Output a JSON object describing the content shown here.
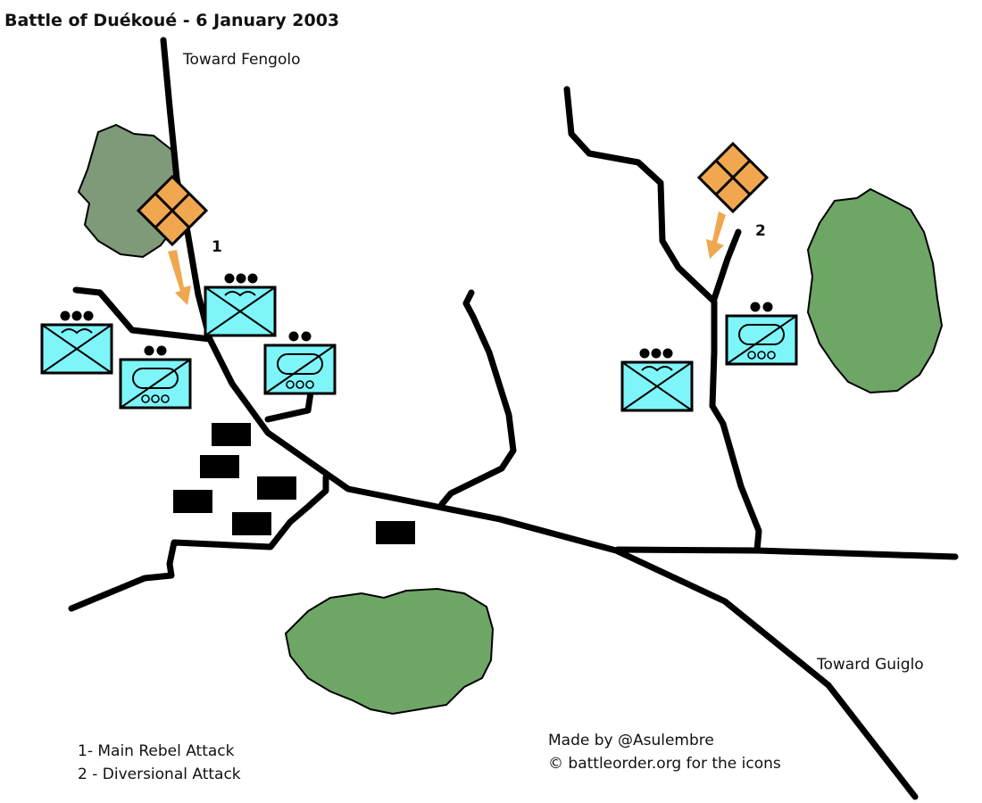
{
  "title": "Battle of Duékoué - 6 January 2003",
  "labels": {
    "toward_fengolo": "Toward Fengolo",
    "toward_guiglo": "Toward Guiglo",
    "attack_1": "1",
    "attack_2": "2"
  },
  "legend": {
    "item_1": "1- Main Rebel Attack",
    "item_2": "2 - Diversional Attack"
  },
  "credits": {
    "line_1": "Made by @Asulembre",
    "line_2": "© battleorder.org for the icons"
  },
  "colors": {
    "road": "#000000",
    "forest_dark": "#7f9a78",
    "forest": "#6ea666",
    "rebel_unit": "#f0a74f",
    "attack_arrow": "#f0a74f",
    "friendly_unit": "#7ef5f9",
    "building": "#000000"
  },
  "icons": {
    "rebel_unit": "diamond-quartered-icon",
    "infantry": "infantry-battalion-icon",
    "armor": "armored-company-icon",
    "arrow": "attack-arrow-icon"
  }
}
